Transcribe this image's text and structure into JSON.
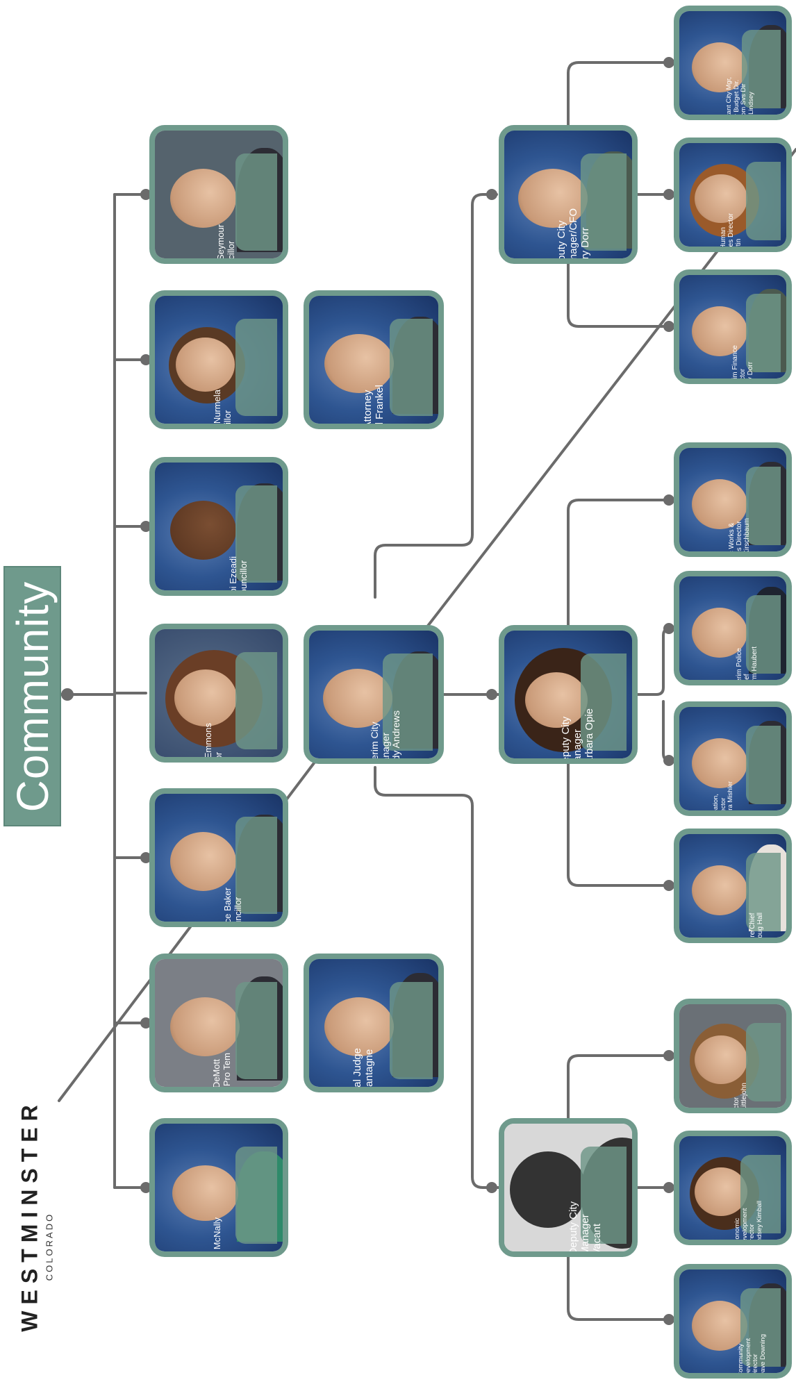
{
  "community": {
    "label": "Community"
  },
  "brand": {
    "name": "WESTMINSTER",
    "state": "COLORADO"
  },
  "colors": {
    "frame": "#6f9a8c",
    "connector": "#6b6b6b",
    "plate": "#6e9687"
  },
  "council": [
    {
      "name": "Nancy McNally",
      "title": "Mayor"
    },
    {
      "name": "David DeMott",
      "title": "Mayor Pro Tem"
    },
    {
      "name": "Bruce Baker",
      "title": "Councillor"
    },
    {
      "name": "Lindsey Emmons",
      "title": "Councillor"
    },
    {
      "name": "Obi Ezeadi",
      "title": "Councillor"
    },
    {
      "name": "Sarah Nurmela",
      "title": "Councillor"
    },
    {
      "name": "Rich Seymour",
      "title": "Councillor"
    }
  ],
  "appointees": {
    "judge": {
      "title": "Municipal Judge",
      "name": "Jason Lantagne"
    },
    "manager": {
      "title1": "Interim City",
      "title2": "Manager",
      "name": "Jody Andrews"
    },
    "attorney": {
      "title": "City Attorney",
      "name": "David Frankel"
    }
  },
  "deputies": {
    "vacant": {
      "title1": "Deputy City",
      "title2": "Manager",
      "name": "Vacant"
    },
    "opie": {
      "title1": "Deputy City",
      "title2": "Manager",
      "name": "Barbara Opie"
    },
    "dorr": {
      "title1": "Deputy City",
      "title2": "Manager/CFO",
      "name": "Larry Dorr"
    }
  },
  "directors": {
    "community_dev": {
      "lines": [
        "Community",
        "Development",
        "Director"
      ],
      "name": "Dave Downing"
    },
    "economic_dev": {
      "lines": [
        "Economic",
        "Development",
        "Director"
      ],
      "name": "Lindsey Kimball"
    },
    "it": {
      "lines": [
        "IT Director"
      ],
      "name": "Emily Littlejohn"
    },
    "fire": {
      "lines": [
        "Fire Chief"
      ],
      "name": "Doug Hall"
    },
    "parks": {
      "lines": [
        "Parks, Recreation,",
        "Libraries Director"
      ],
      "name": "Tomas Herrera Mishler"
    },
    "police": {
      "lines": [
        "Interim Police",
        "Chief"
      ],
      "name": "Norm Haubert"
    },
    "public_works": {
      "lines": [
        "Public Works &",
        "Utilities Director"
      ],
      "name": "Max Kirschbaum"
    },
    "finance": {
      "lines": [
        "Interim Finance",
        "Director"
      ],
      "name": "Larry Dorr"
    },
    "hr": {
      "lines": [
        "Interim Human",
        "Resources Director"
      ],
      "name": "Dee Martin"
    },
    "acm": {
      "lines": [
        "Assistant City Mgr,",
        "Policy Budget Dir.",
        "Int. Com Svs Dir"
      ],
      "name": "Chris Lindsey"
    }
  }
}
